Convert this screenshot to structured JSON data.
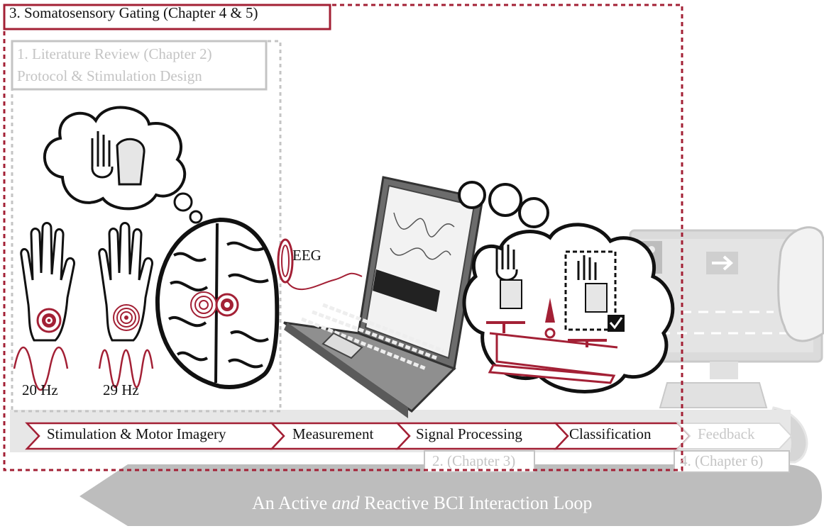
{
  "labels": {
    "section_3": "3. Somatosensory Gating (Chapter 4 & 5)",
    "section_1_line1": "1. Literature Review (Chapter 2)",
    "section_1_line2": "Protocol & Stimulation Design",
    "eeg": "EEG",
    "freq_left": "20 Hz",
    "freq_right": "29 Hz",
    "chapter_3": "2. (Chapter 3)",
    "chapter_6": "4. (Chapter 6)"
  },
  "pipeline": {
    "steps": [
      "Stimulation & Motor Imagery",
      "Measurement",
      "Signal Processing",
      "Classification",
      "Feedback"
    ]
  },
  "loop": {
    "prefix": "An Active ",
    "emphasis": "and",
    "suffix": " Reactive BCI Interaction Loop"
  },
  "colors": {
    "accent": "#a32035",
    "faded": "#c4c4c4",
    "arrow": "#bdbdbd"
  }
}
